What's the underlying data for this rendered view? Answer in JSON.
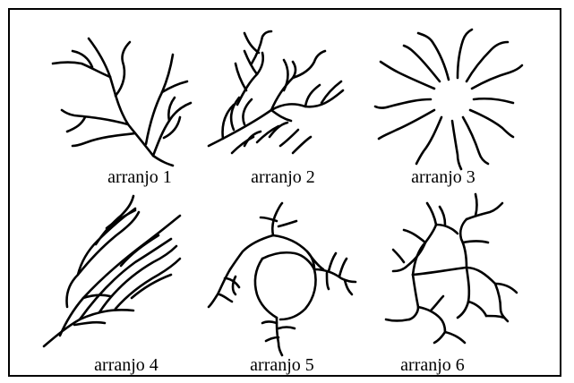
{
  "panels": [
    {
      "caption": "arranjo 1",
      "pattern": "dendritic"
    },
    {
      "caption": "arranjo 2",
      "pattern": "trellis"
    },
    {
      "caption": "arranjo 3",
      "pattern": "radial"
    },
    {
      "caption": "arranjo 4",
      "pattern": "parallel"
    },
    {
      "caption": "arranjo 5",
      "pattern": "annular"
    },
    {
      "caption": "arranjo 6",
      "pattern": "rectangular"
    }
  ],
  "colors": {
    "ink": "#000000",
    "paper": "#ffffff"
  }
}
